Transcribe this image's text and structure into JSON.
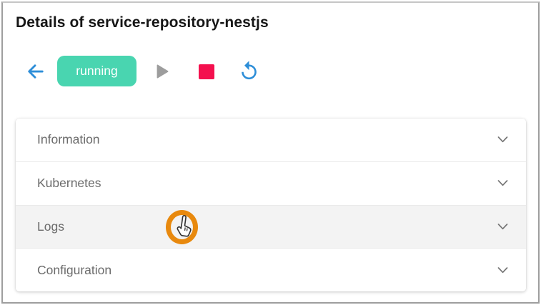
{
  "window": {
    "title": "Details of service-repository-nestjs"
  },
  "toolbar": {
    "back": {
      "icon": "arrow-left",
      "color": "#2d8ed8"
    },
    "status_badge": {
      "label": "running",
      "bg_color": "#49d5b0",
      "text_color": "#ffffff"
    },
    "start": {
      "icon": "play-triangle",
      "color": "#9d9d9d"
    },
    "stop": {
      "icon": "stop-square",
      "color": "#f4104e"
    },
    "refresh": {
      "icon": "replay-circular-arrow",
      "color": "#2d8ed8"
    }
  },
  "accordion": {
    "label_color": "#6b6b6b",
    "chevron_icon": "chevron-down",
    "sections": [
      {
        "label": "Information",
        "expanded": false,
        "highlighted": false
      },
      {
        "label": "Kubernetes",
        "expanded": false,
        "highlighted": false
      },
      {
        "label": "Logs",
        "expanded": false,
        "highlighted": true
      },
      {
        "label": "Configuration",
        "expanded": false,
        "highlighted": false
      }
    ]
  },
  "annotation": {
    "kind": "click-highlight-ring",
    "icon": "hand-pointer-cursor",
    "ring_color": "#e8890e",
    "over_section": "Logs"
  }
}
